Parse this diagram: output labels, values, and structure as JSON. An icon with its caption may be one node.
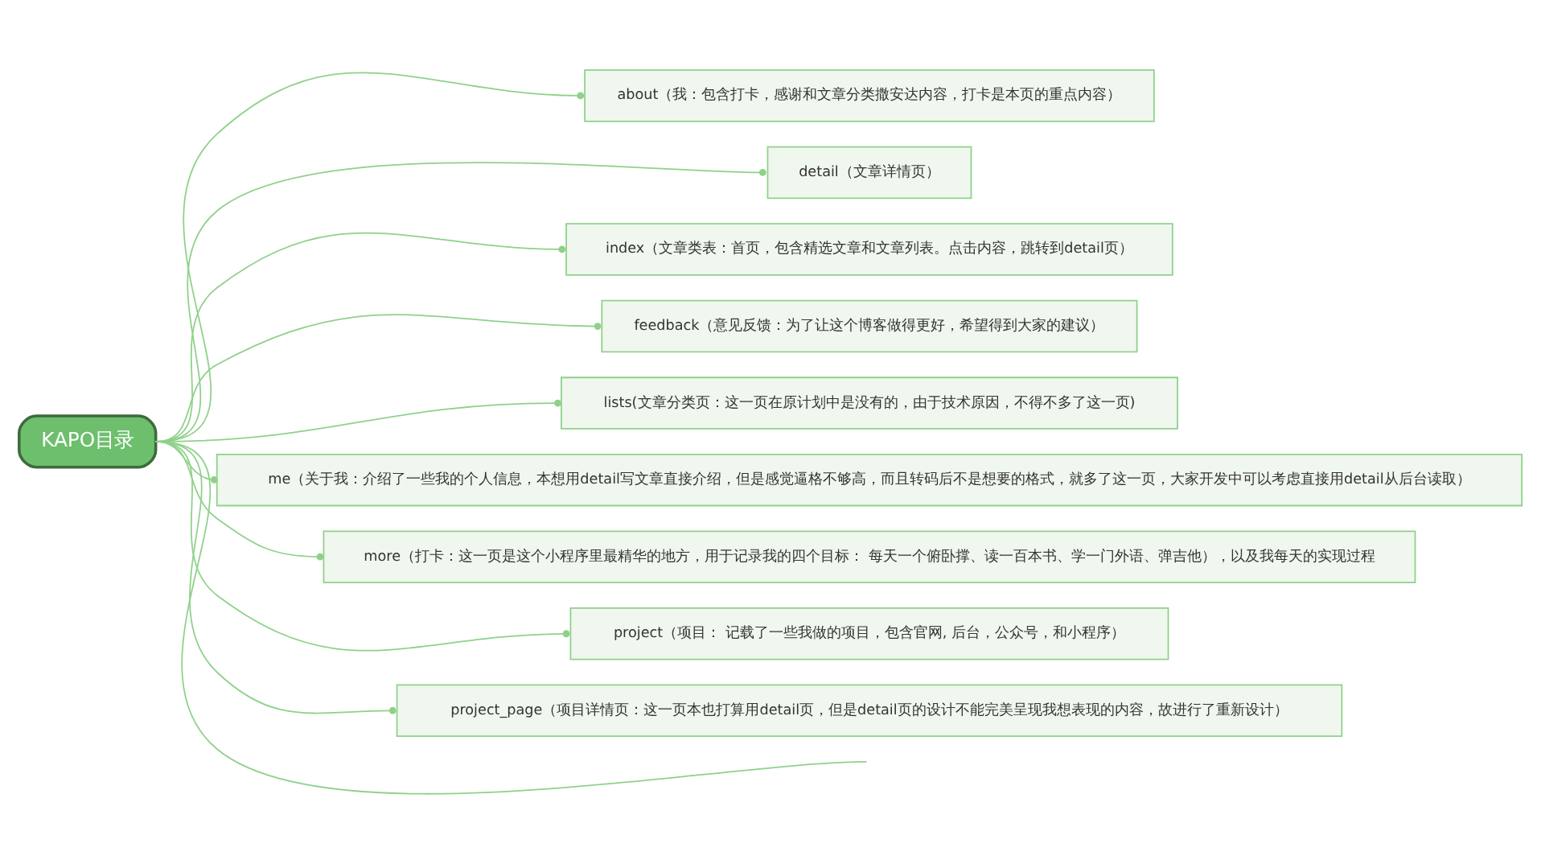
{
  "diagram": {
    "nodes": [
      {
        "text": [
          "KAPO目录"
        ]
      },
      {
        "text": [
          "about（我：包含打卡，感谢和文章分类撒安达内容，打卡是本页的重点内容）"
        ]
      },
      {
        "text": [
          "detail（文章详情页）"
        ]
      },
      {
        "text": [
          "index（文章类表：首页，包含精选文章和文章列表。点击内容，跳转到detail页）"
        ]
      },
      {
        "text": [
          "feedback（意见反馈：为了让这个博客做得更好，希望得到大家的建议）"
        ]
      },
      {
        "text": [
          "lists(文章分类页：这一页在原计划中是没有的，由于技术原因，不得不多了这一页)"
        ]
      },
      {
        "text": [
          "me（关于我：介绍了一些我的个人信息，本想用detail写文章直接介绍，但是感觉逼格不够高，而且转码后不是想要的格式，就多了这一页，大家开发中可以考虑直接用detail从后台读取）"
        ]
      },
      {
        "text": [
          "more（打卡：这一页是这个小程序里最精华的地方，用于记录我的四个目标： 每天一个俯卧撑、读一百本书、学一门外语、弹吉他），以及我每天的实现过程"
        ]
      },
      {
        "text": [
          "project（项目： 记载了一些我做的项目，包含官网, 后台，公众号，和小程序）"
        ]
      },
      {
        "text": [
          "project_page（项目详情页：这一页本也打算用detail页，但是detail页的设计不能完美呈现我想表现的内容，故进行了重新设计）"
        ]
      }
    ],
    "edges": [
      {
        "from": 0,
        "to": 1,
        "arrow": "other"
      },
      {
        "from": 0,
        "to": 2,
        "arrow": "other"
      },
      {
        "from": 0,
        "to": 3,
        "arrow": "other"
      },
      {
        "from": 0,
        "to": 4,
        "arrow": "other"
      },
      {
        "from": 0,
        "to": 5,
        "arrow": "other"
      },
      {
        "from": 0,
        "to": 6,
        "arrow": "other"
      },
      {
        "from": 0,
        "to": 7,
        "arrow": "other"
      },
      {
        "from": 0,
        "to": 8,
        "arrow": "other"
      },
      {
        "from": 0,
        "to": 9,
        "arrow": "other"
      },
      {
        "from": 0,
        "to": null,
        "arrow": "none"
      }
    ]
  }
}
